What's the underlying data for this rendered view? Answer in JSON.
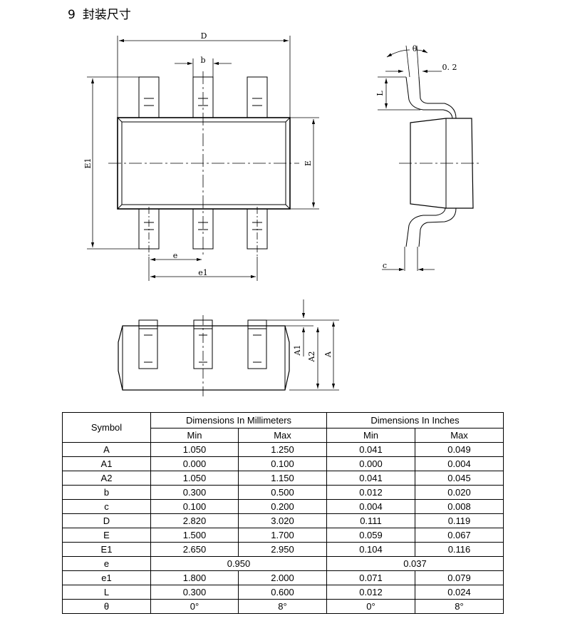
{
  "section": {
    "number": "9",
    "title": "封装尺寸"
  },
  "drawing_labels": {
    "D": "D",
    "b": "b",
    "E1": "E1",
    "E": "E",
    "e": "e",
    "e1": "e1",
    "theta": "θ",
    "lead_angle_val": "0. 2",
    "L": "L",
    "c": "c",
    "A1": "A1",
    "A2": "A2",
    "A": "A"
  },
  "table": {
    "symbol_header": "Symbol",
    "group_mm": "Dimensions In Millimeters",
    "group_in": "Dimensions In Inches",
    "min_label": "Min",
    "max_label": "Max",
    "rows": [
      {
        "symbol": "A",
        "mm_min": "1.050",
        "mm_max": "1.250",
        "in_min": "0.041",
        "in_max": "0.049"
      },
      {
        "symbol": "A1",
        "mm_min": "0.000",
        "mm_max": "0.100",
        "in_min": "0.000",
        "in_max": "0.004"
      },
      {
        "symbol": "A2",
        "mm_min": "1.050",
        "mm_max": "1.150",
        "in_min": "0.041",
        "in_max": "0.045"
      },
      {
        "symbol": "b",
        "mm_min": "0.300",
        "mm_max": "0.500",
        "in_min": "0.012",
        "in_max": "0.020"
      },
      {
        "symbol": "c",
        "mm_min": "0.100",
        "mm_max": "0.200",
        "in_min": "0.004",
        "in_max": "0.008"
      },
      {
        "symbol": "D",
        "mm_min": "2.820",
        "mm_max": "3.020",
        "in_min": "0.111",
        "in_max": "0.119"
      },
      {
        "symbol": "E",
        "mm_min": "1.500",
        "mm_max": "1.700",
        "in_min": "0.059",
        "in_max": "0.067"
      },
      {
        "symbol": "E1",
        "mm_min": "2.650",
        "mm_max": "2.950",
        "in_min": "0.104",
        "in_max": "0.116"
      },
      {
        "symbol": "e",
        "mm_val": "0.950",
        "in_val": "0.037"
      },
      {
        "symbol": "e1",
        "mm_min": "1.800",
        "mm_max": "2.000",
        "in_min": "0.071",
        "in_max": "0.079"
      },
      {
        "symbol": "L",
        "mm_min": "0.300",
        "mm_max": "0.600",
        "in_min": "0.012",
        "in_max": "0.024"
      },
      {
        "symbol": "θ",
        "mm_min": "0°",
        "mm_max": "8°",
        "in_min": "0°",
        "in_max": "8°"
      }
    ]
  }
}
